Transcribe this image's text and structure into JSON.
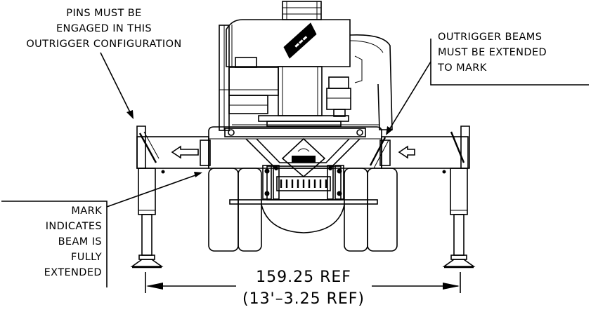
{
  "labels": {
    "pins_note": [
      "PINS MUST BE",
      "ENGAGED IN THIS",
      "OUTRIGGER CONFIGURATION"
    ],
    "beams_note": [
      "OUTRIGGER BEAMS",
      "MUST BE EXTENDED",
      "TO MARK"
    ],
    "mark_note": [
      "MARK",
      "INDICATES",
      "BEAM IS",
      "FULLY",
      "EXTENDED"
    ],
    "dimension": [
      "159.25 REF",
      "(13'–3.25 REF)"
    ]
  },
  "icons": {
    "arrow_left": "outrigger-arrow",
    "arrow_right": "outrigger-arrow",
    "logo": "manufacturer-logo"
  }
}
